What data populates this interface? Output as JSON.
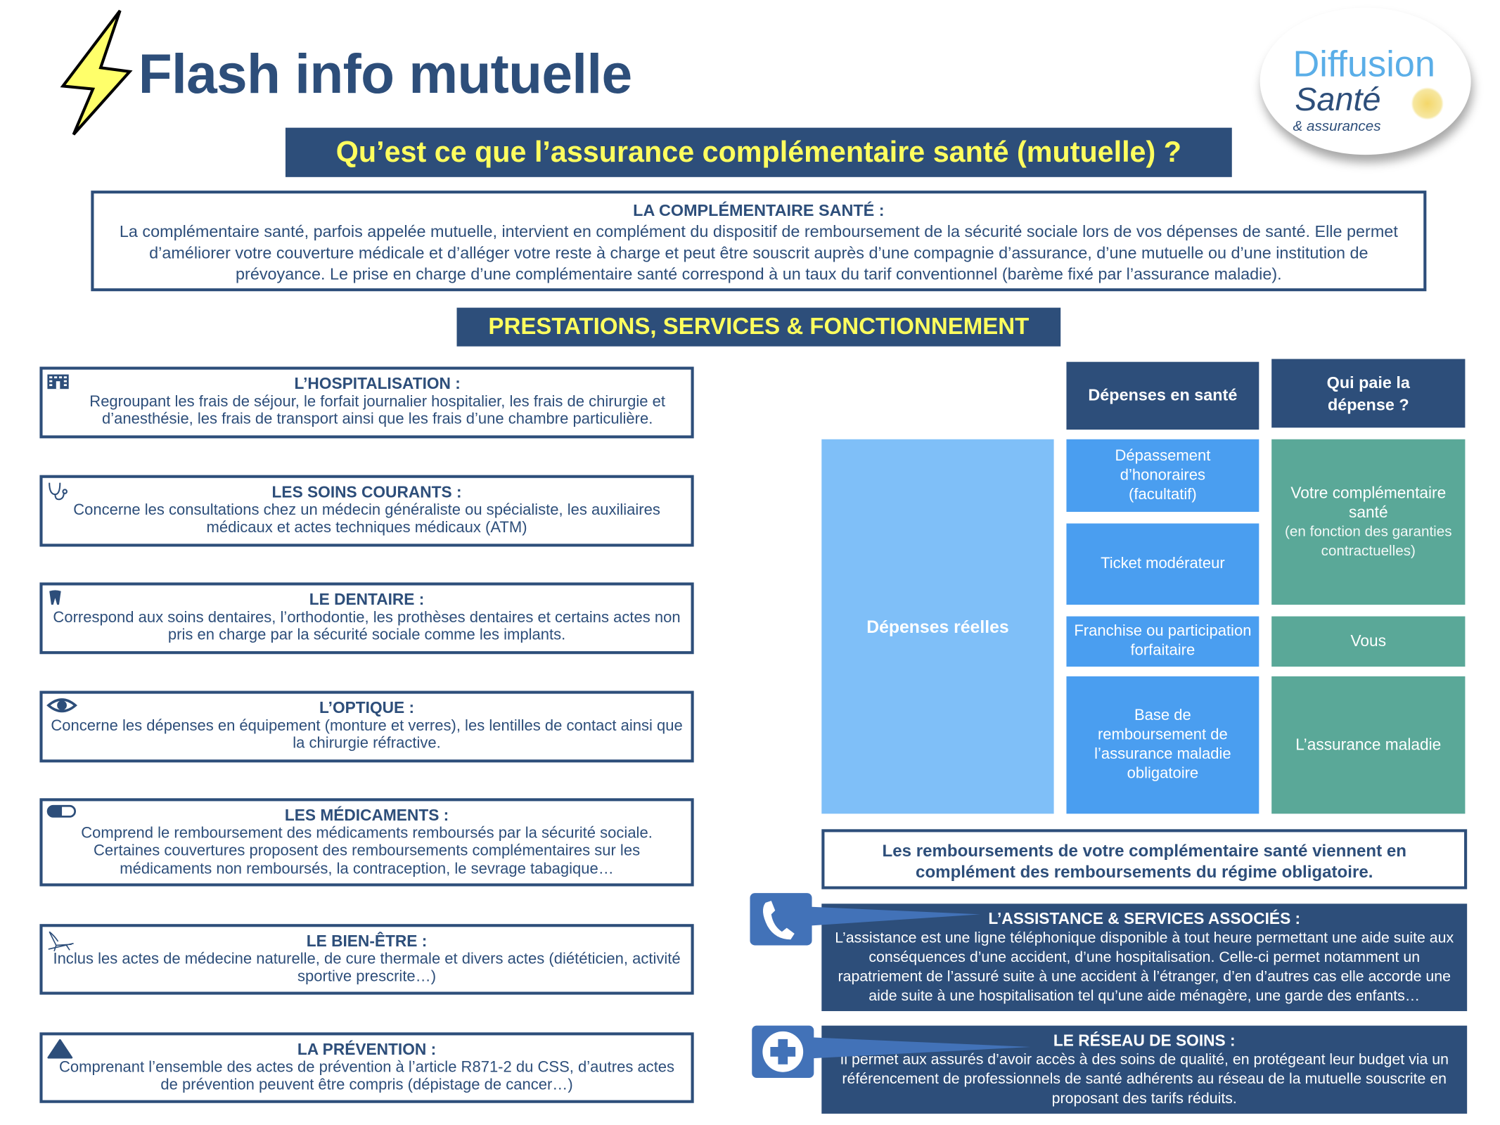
{
  "header": {
    "title": "Flash info mutuelle",
    "banner": "Qu’est ce que l’assurance complémentaire santé (mutuelle) ?"
  },
  "logo": {
    "line1": "Diffusion",
    "line2": "Santé",
    "line3": "& assurances"
  },
  "intro": {
    "title": "LA COMPLÉMENTAIRE SANTÉ :",
    "body": "La complémentaire santé, parfois appelée mutuelle, intervient en complément du dispositif de remboursement de la sécurité sociale lors de vos dépenses de santé. Elle permet d’améliorer votre couverture médicale et d’alléger votre reste à charge et peut être souscrit auprès d’une compagnie d’assurance, d’une mutuelle ou d’une institution de prévoyance. Le prise en charge d’une complémentaire santé correspond à un taux du tarif conventionnel (barème fixé par l’assurance maladie)."
  },
  "section_banner": "PRESTATIONS, SERVICES & FONCTIONNEMENT",
  "prestations": [
    {
      "icon": "hospital-icon",
      "title": "L’HOSPITALISATION :",
      "body": "Regroupant les frais de séjour, le forfait journalier hospitalier, les frais de chirurgie et d’anesthésie, les frais de transport ainsi que les frais d’une chambre particulière."
    },
    {
      "icon": "stethoscope-icon",
      "title": "LES SOINS COURANTS :",
      "body": "Concerne les consultations chez un médecin généraliste ou spécialiste, les auxiliaires médicaux et actes techniques médicaux (ATM)"
    },
    {
      "icon": "tooth-icon",
      "title": "LE DENTAIRE :",
      "body": "Correspond aux soins dentaires, l’orthodontie, les prothèses dentaires et certains actes non pris en charge par la sécurité sociale comme les implants."
    },
    {
      "icon": "eye-icon",
      "title": "L’OPTIQUE :",
      "body": "Concerne les dépenses en équipement (monture et verres), les lentilles de contact ainsi que la chirurgie réfractive."
    },
    {
      "icon": "pill-icon",
      "title": "LES MÉDICAMENTS :",
      "body": "Comprend le remboursement des médicaments remboursés par la sécurité sociale. Certaines couvertures proposent des remboursements complémentaires sur les médicaments non remboursés, la contraception, le sevrage tabagique…"
    },
    {
      "icon": "deckchair-icon",
      "title": "LE BIEN-ÊTRE :",
      "body": "Inclus les actes de médecine naturelle, de cure thermale et divers actes (diététicien, activité sportive prescrite…)"
    },
    {
      "icon": "warning-triangle-icon",
      "title": "LA PRÉVENTION :",
      "body": "Comprenant l’ensemble des actes de prévention à l’article R871-2 du CSS, d’autres actes de prévention peuvent être compris (dépistage de cancer…)"
    }
  ],
  "table": {
    "col1_header": "Dépenses en santé",
    "col2_header": "Qui paie la dépense ?",
    "real": "Dépenses réelles",
    "expenses": [
      "Dépassement d’honoraires (facultatif)",
      "Ticket modérateur",
      "Franchise ou participation forfaitaire",
      "Base de remboursement de l’assurance maladie obligatoire"
    ],
    "payers": {
      "p1": "Votre complémentaire santé",
      "p1_note": "(en fonction des garanties contractuelles)",
      "p2": "Vous",
      "p3": "L’assurance maladie"
    },
    "note": "Les remboursements de votre complémentaire santé viennent en complément des remboursements du régime obligatoire."
  },
  "services": [
    {
      "icon": "phone-icon",
      "title": "L’ASSISTANCE & SERVICES ASSOCIÉS :",
      "body": "L’assistance est une ligne téléphonique disponible à tout heure permettant une aide suite aux conséquences d’une accident, d’une hospitalisation. Celle-ci permet notamment un rapatriement de l’assuré suite à une accident à l’étranger, d’en d’autres cas elle accorde une aide suite à une hospitalisation tel qu’une aide ménagère, une garde des enfants…"
    },
    {
      "icon": "medical-cross-icon",
      "title": "LE RÉSEAU DE SOINS :",
      "body": "Il permet aux assurés d’avoir accès à des soins de qualité, en protégeant leur budget via un référencement de professionnels de santé adhérents au réseau de la mutuelle souscrite en proposant des tarifs réduits."
    }
  ],
  "colors": {
    "navy": "#2d4e7a",
    "yellow": "#ffff5e",
    "light_blue": "#7fbff8",
    "mid_blue": "#4a9ef0",
    "teal": "#5aa898"
  }
}
